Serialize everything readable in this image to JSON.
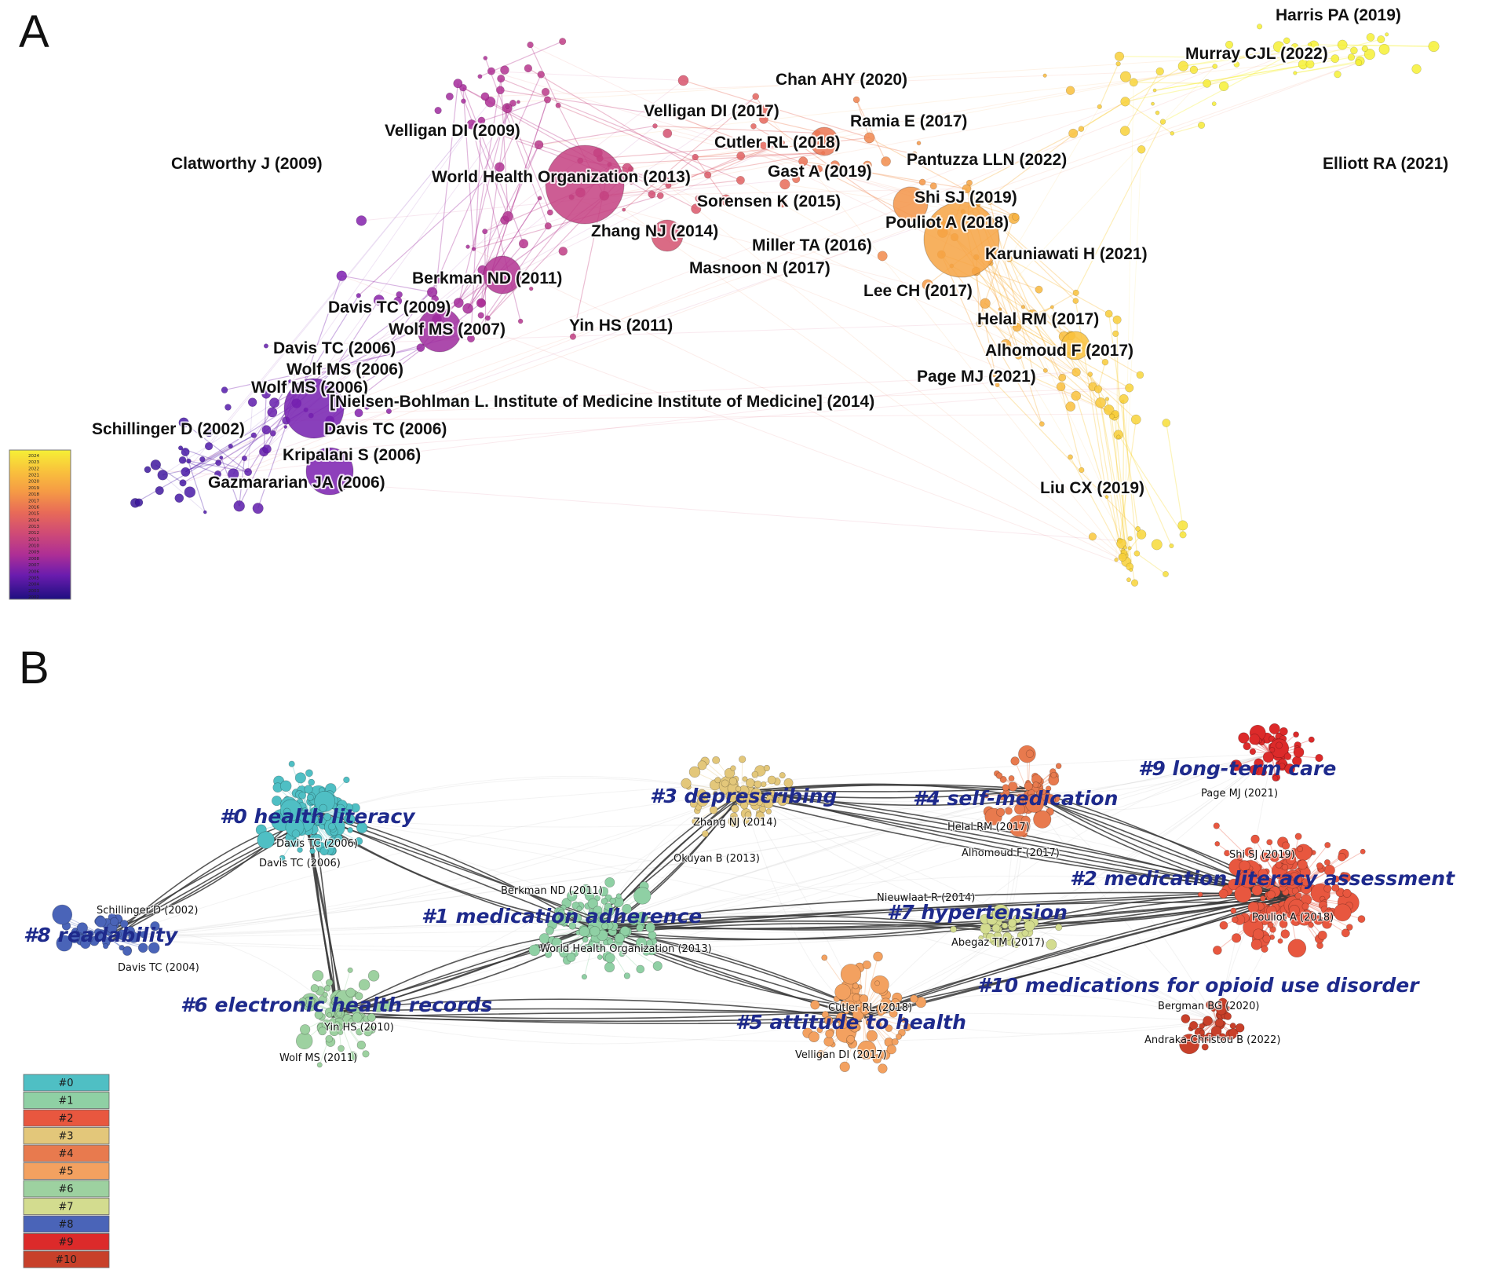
{
  "panels": {
    "a": {
      "letter": "A"
    },
    "b": {
      "letter": "B"
    }
  },
  "panel_a": {
    "labels": [
      "Harris PA (2019)",
      "Murray CJL (2022)",
      "Chan AHY (2020)",
      "Velligan DI (2017)",
      "Ramia E (2017)",
      "Velligan DI (2009)",
      "Cutler RL (2018)",
      "Clatworthy J (2009)",
      "Pantuzza LLN (2022)",
      "Elliott RA (2021)",
      "World Health Organization (2013)",
      "Gast A (2019)",
      "Sorensen K (2015)",
      "Shi SJ (2019)",
      "Pouliot A (2018)",
      "Zhang NJ (2014)",
      "Miller TA (2016)",
      "Karuniawati H (2021)",
      "Masnoon N (2017)",
      "Berkman ND (2011)",
      "Lee CH (2017)",
      "Davis TC (2009)",
      "Helal RM (2017)",
      "Yin HS (2011)",
      "Wolf MS (2007)",
      "Davis TC (2006)",
      "Alhomoud F (2017)",
      "Wolf MS (2006)",
      "Page MJ (2021)",
      "Wolf MS (2006)",
      "[Nielsen-Bohlman L. Institute of Medicine Institute of Medicine] (2014)",
      "Schillinger D (2002)",
      "Davis TC (2006)",
      "Kripalani S (2006)",
      "Gazmararian JA (2006)",
      "Liu CX (2019)"
    ],
    "year_scale": [
      "2024",
      "2023",
      "2022",
      "2021",
      "2020",
      "2019",
      "2018",
      "2017",
      "2016",
      "2015",
      "2014",
      "2013",
      "2012",
      "2011",
      "2010",
      "2009",
      "2008",
      "2007",
      "2006",
      "2005",
      "2004",
      "2003",
      "2002"
    ]
  },
  "panel_b": {
    "cluster_labels": [
      "#0 health literacy",
      "#1 medication adherence",
      "#2 medication literacy assessment",
      "#3 deprescribing",
      "#4 self-medication",
      "#5 attitude to health",
      "#6 electronic health records",
      "#7 hypertension",
      "#8 readability",
      "#9 long-term care",
      "#10 medications for opioid use disorder"
    ],
    "node_labels": [
      "Schillinger D (2002)",
      "Davis TC (2004)",
      "Davis TC (2006)",
      "Davis TC (2006)",
      "Yin HS (2010)",
      "Wolf MS (2011)",
      "Berkman ND (2011)",
      "World Health Organization (2013)",
      "Zhang NJ (2014)",
      "Okuyan B (2013)",
      "Helal RM (2017)",
      "Alhomoud F (2017)",
      "Nieuwlaat R (2014)",
      "Abegaz TM (2017)",
      "Cutler RL (2018)",
      "Velligan DI (2017)",
      "Page MJ (2021)",
      "Shi SJ (2019)",
      "Pouliot A (2018)",
      "Bergman BG (2020)",
      "Andraka-Christou B (2022)"
    ],
    "legend": [
      "#0",
      "#1",
      "#2",
      "#3",
      "#4",
      "#5",
      "#6",
      "#7",
      "#8",
      "#9",
      "#10"
    ]
  },
  "colors": {
    "cluster": [
      "#4fbfc4",
      "#8fd0a4",
      "#e8573f",
      "#e3c77a",
      "#e87a4e",
      "#f3a160",
      "#9dd1a0",
      "#d3dc8f",
      "#4a64b8",
      "#dc2a2a",
      "#c8402a"
    ],
    "year_gradient": [
      "#f6f035",
      "#f9c23c",
      "#f59a45",
      "#e86a58",
      "#cf4a76",
      "#ae2f95",
      "#7e1fb0",
      "#4a1aa8",
      "#1e0f80"
    ],
    "cluster_label": "#1e2a8c"
  }
}
